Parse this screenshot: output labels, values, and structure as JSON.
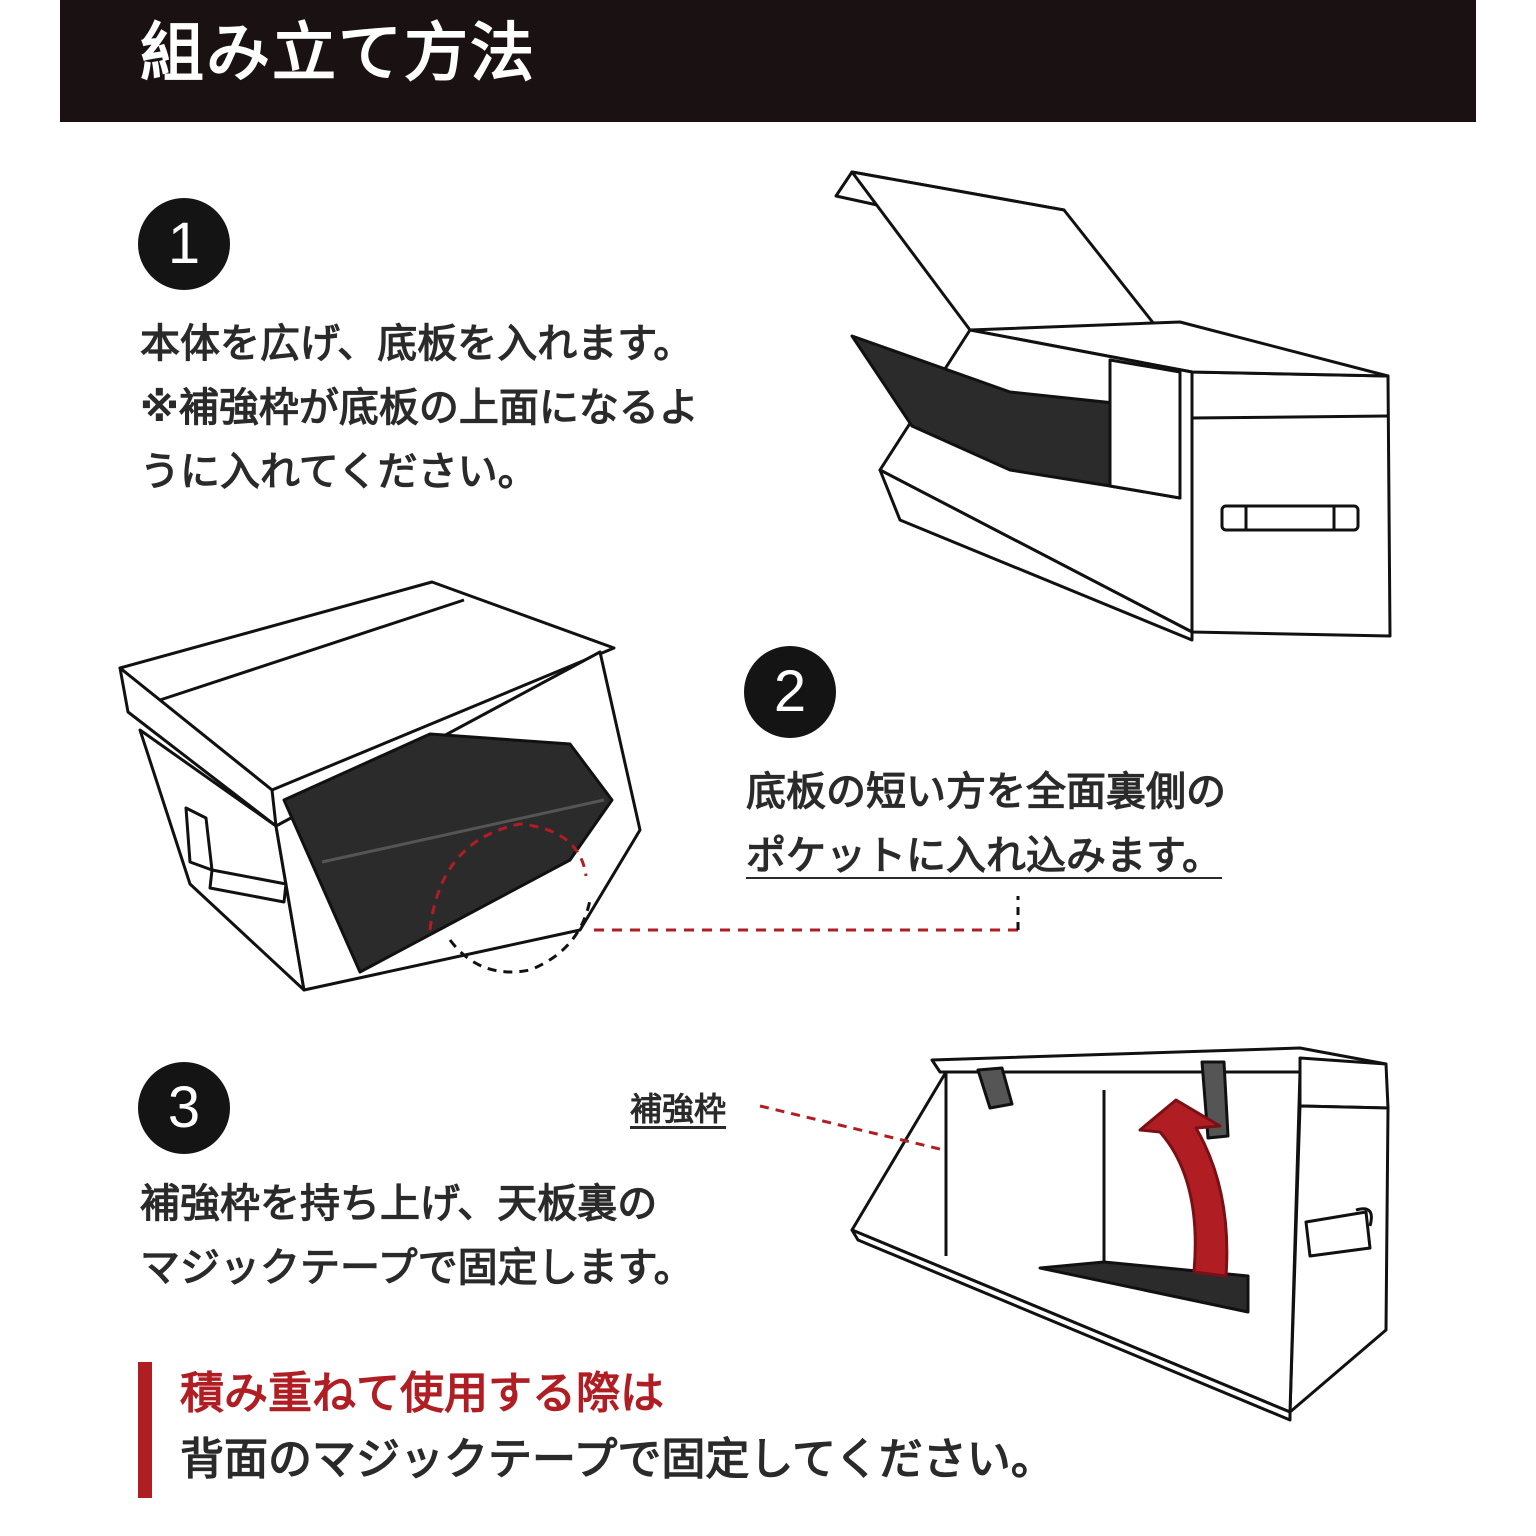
{
  "header": {
    "title": "組み立て方法"
  },
  "steps": [
    {
      "number": "1",
      "lines": [
        "本体を広げ、底板を入れます。",
        "※補強枠が底板の上面になるよ",
        "うに入れてください。"
      ]
    },
    {
      "number": "2",
      "lines": [
        "底板の短い方を全面裏側の",
        "ポケットに入れ込みます。"
      ]
    },
    {
      "number": "3",
      "lines": [
        "補強枠を持ち上げ、天板裏の",
        "マジックテープで固定します。"
      ]
    }
  ],
  "labels": {
    "reinforcement_frame": "補強枠"
  },
  "note": {
    "line1": "積み重ねて使用する際は",
    "line2": "背面のマジックテープで固定してください。"
  },
  "colors": {
    "header_bg": "#1a1212",
    "accent_red": "#b01e23",
    "note_line1": "#b01e23",
    "note_line2": "#2a2a2a",
    "panel_dark": "#2b2b2b"
  }
}
